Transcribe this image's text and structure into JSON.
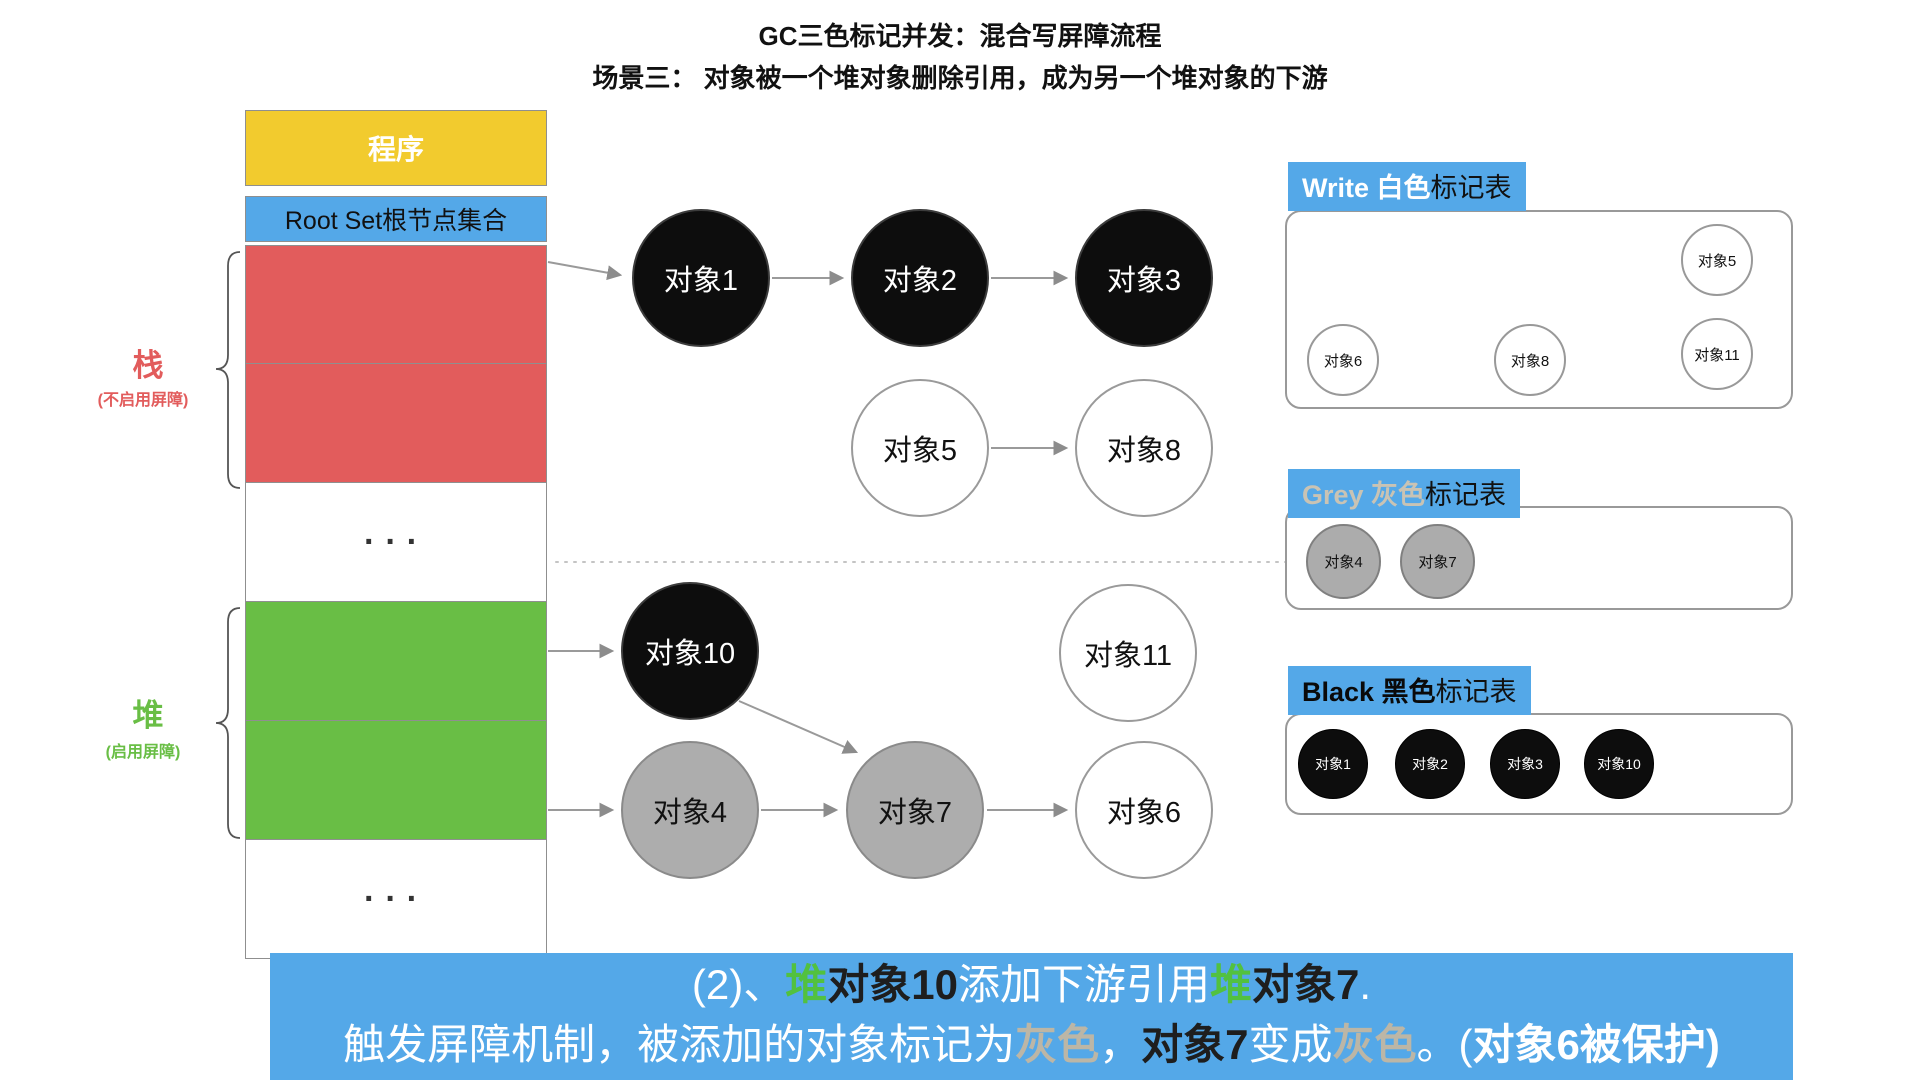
{
  "title": "GC三色标记并发：混合写屏障流程",
  "subtitle": "场景三： 对象被一个堆对象删除引用，成为另一个堆对象的下游",
  "palette": {
    "blue": "#54A8E8",
    "yellow": "#F2CB2E",
    "red": "#E25C5C",
    "green": "#69BE45",
    "grey_node": "#ACACAC",
    "black_node": "#0D0D0D",
    "banner_green": "#52C13F",
    "banner_grey": "#BCB6A6",
    "banner_dark": "#1E1E1E"
  },
  "memory": {
    "program": "程序",
    "root_set": "Root Set根节点集合",
    "ellipsis": "···",
    "stack_label": "栈",
    "stack_note": "(不启用屏障)",
    "heap_label": "堆",
    "heap_note": "(启用屏障)"
  },
  "nodes": {
    "obj1": "对象1",
    "obj2": "对象2",
    "obj3": "对象3",
    "obj4": "对象4",
    "obj5": "对象5",
    "obj6": "对象6",
    "obj7": "对象7",
    "obj8": "对象8",
    "obj10": "对象10",
    "obj11": "对象11"
  },
  "tables": {
    "white": {
      "title_colored": "Write 白色",
      "title_suffix": "标记表",
      "items": [
        "对象5",
        "对象6",
        "对象8",
        "对象11"
      ]
    },
    "grey": {
      "title_colored": "Grey 灰色",
      "title_suffix": "标记表",
      "items": [
        "对象4",
        "对象7"
      ]
    },
    "black": {
      "title_colored": "Black 黑色",
      "title_suffix": "标记表",
      "items": [
        "对象1",
        "对象2",
        "对象3",
        "对象10"
      ]
    }
  },
  "banner": {
    "line1": [
      "(2)、",
      "堆",
      "对象10",
      "添加下游引用",
      "堆",
      "对象7",
      "."
    ],
    "line2": [
      "触发屏障机制，被添加的对象标记为",
      "灰色",
      "，",
      "对象7",
      "变成",
      "灰色",
      "。(",
      "对象6被保护",
      ")"
    ]
  }
}
